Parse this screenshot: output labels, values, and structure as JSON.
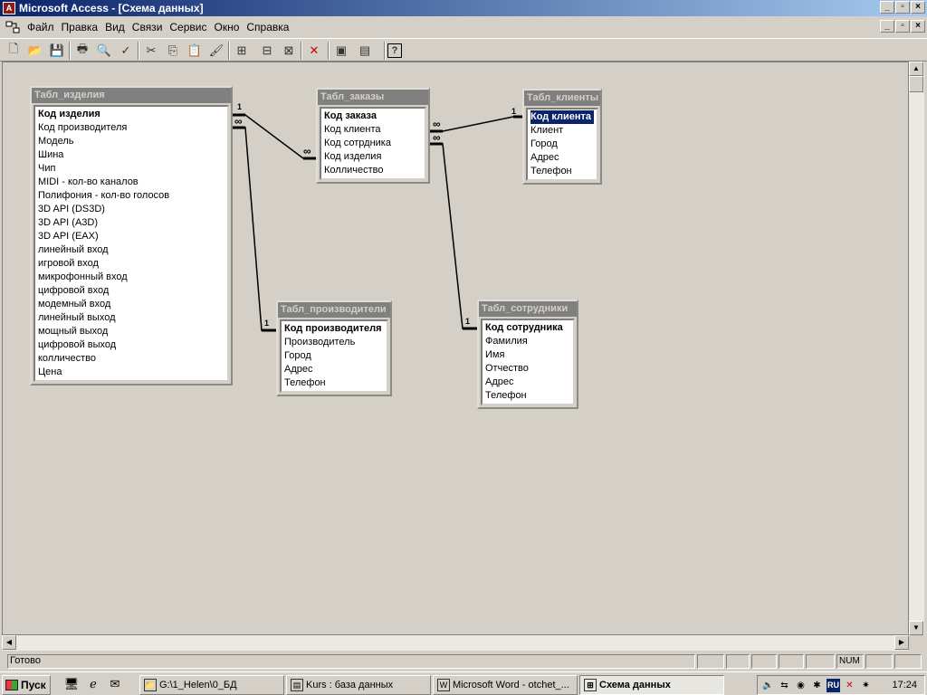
{
  "window": {
    "title": "Microsoft Access - [Схема данных]",
    "app_icon_glyph": "A"
  },
  "menu": {
    "items": [
      "Файл",
      "Правка",
      "Вид",
      "Связи",
      "Сервис",
      "Окно",
      "Справка"
    ]
  },
  "window_buttons": {
    "minimize": "_",
    "maximize": "▫",
    "close": "×"
  },
  "toolbar": {
    "buttons": [
      {
        "name": "new-icon",
        "glyph": "🗋"
      },
      {
        "name": "open-icon",
        "glyph": "📂"
      },
      {
        "name": "save-icon",
        "glyph": "💾"
      },
      {
        "name": "print-icon",
        "glyph": "🖶"
      },
      {
        "name": "preview-icon",
        "glyph": "🔍"
      },
      {
        "name": "spelling-icon",
        "glyph": "✓"
      },
      {
        "name": "cut-icon",
        "glyph": "✂"
      },
      {
        "name": "copy-icon",
        "glyph": "⎘"
      },
      {
        "name": "paste-icon",
        "glyph": "📋"
      },
      {
        "name": "format-painter-icon",
        "glyph": "🖌"
      },
      {
        "name": "show-table-icon",
        "glyph": "⊞"
      },
      {
        "name": "direct-relationships-icon",
        "glyph": "⊟"
      },
      {
        "name": "all-relationships-icon",
        "glyph": "⊠"
      },
      {
        "name": "delete-icon",
        "glyph": "✕"
      },
      {
        "name": "database-window-icon",
        "glyph": "▣"
      },
      {
        "name": "new-object-icon",
        "glyph": "▤"
      },
      {
        "name": "help-icon",
        "glyph": "?"
      }
    ]
  },
  "tables": [
    {
      "id": "izdeliya",
      "title": "Табл_изделия",
      "fields": [
        "Код изделия",
        "Код производителя",
        "Модель",
        "Шина",
        "Чип",
        "MIDI -  кол-во каналов",
        "Полифония - кол-во голосов",
        "3D API (DS3D)",
        "3D API  (A3D)",
        "3D API  (EAX)",
        "линейный вход",
        "игровой вход",
        "микрофонный вход",
        "цифровой вход",
        "модемный вход",
        "линейный выход",
        "мощный выход",
        "цифровой выход",
        "колличество",
        "Цена"
      ]
    },
    {
      "id": "zakazy",
      "title": "Табл_заказы",
      "fields": [
        "Код заказа",
        "Код клиента",
        "Код сотрдника",
        "Код изделия",
        "Колличество"
      ]
    },
    {
      "id": "klienty",
      "title": "Табл_клиенты",
      "fields": [
        "Код клиента",
        "Клиент",
        "Город",
        "Адрес",
        "Телефон"
      ]
    },
    {
      "id": "proizvoditeli",
      "title": "Табл_производители",
      "fields": [
        "Код производителя",
        "Производитель",
        "Город",
        "Адрес",
        "Телефон"
      ]
    },
    {
      "id": "sotrudniki",
      "title": "Табл_сотрудники",
      "fields": [
        "Код сотрудника",
        "Фамилия",
        "Имя",
        "Отчество",
        "Адрес",
        "Телефон"
      ]
    }
  ],
  "relationships": {
    "one_label": "1",
    "many_label": "∞"
  },
  "status": {
    "text": "Готово",
    "num": "NUM"
  },
  "taskbar": {
    "start_label": "Пуск",
    "tasks": [
      {
        "label": "G:\\1_Helen\\0_БД",
        "icon": "📁"
      },
      {
        "label": "Kurs : база данных",
        "icon": "▤"
      },
      {
        "label": "Microsoft Word - otchet_...",
        "icon": "W"
      },
      {
        "label": "Схема данных",
        "icon": "⊞"
      }
    ],
    "tray_lang": "RU",
    "clock": "17:24"
  }
}
